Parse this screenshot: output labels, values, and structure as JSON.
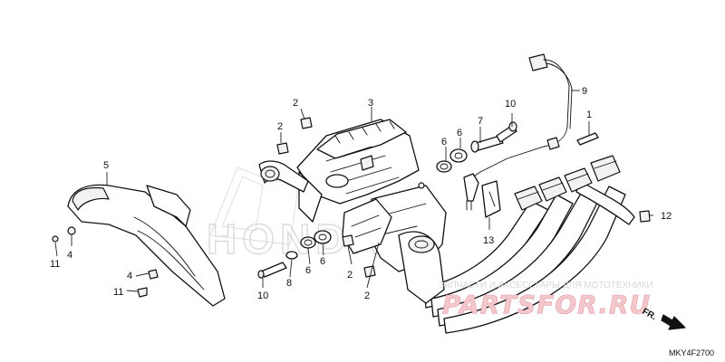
{
  "callouts": {
    "n1": "1",
    "n2a": "2",
    "n2b": "2",
    "n2c": "2",
    "n2d": "2",
    "n3": "3",
    "n4a": "4",
    "n4b": "4",
    "n5": "5",
    "n6a": "6",
    "n6b": "6",
    "n6c": "6",
    "n6d": "6",
    "n7": "7",
    "n8": "8",
    "n9": "9",
    "n10a": "10",
    "n10b": "10",
    "n11a": "11",
    "n11b": "11",
    "n12": "12",
    "n13": "13"
  },
  "diagram_code": "MKY4F2700",
  "direction_label": "FR.",
  "watermark": {
    "tagline": "ЗАПЧАСТИ И АКСЕССУАРЫ ДЛЯ МОТОТЕХНИКИ",
    "logo": "PARTSFOR.RU",
    "brand": "HONDA"
  },
  "colors": {
    "line": "#111111",
    "watermark_logo": "#e79aa4",
    "watermark_text": "#d8d8d8"
  }
}
